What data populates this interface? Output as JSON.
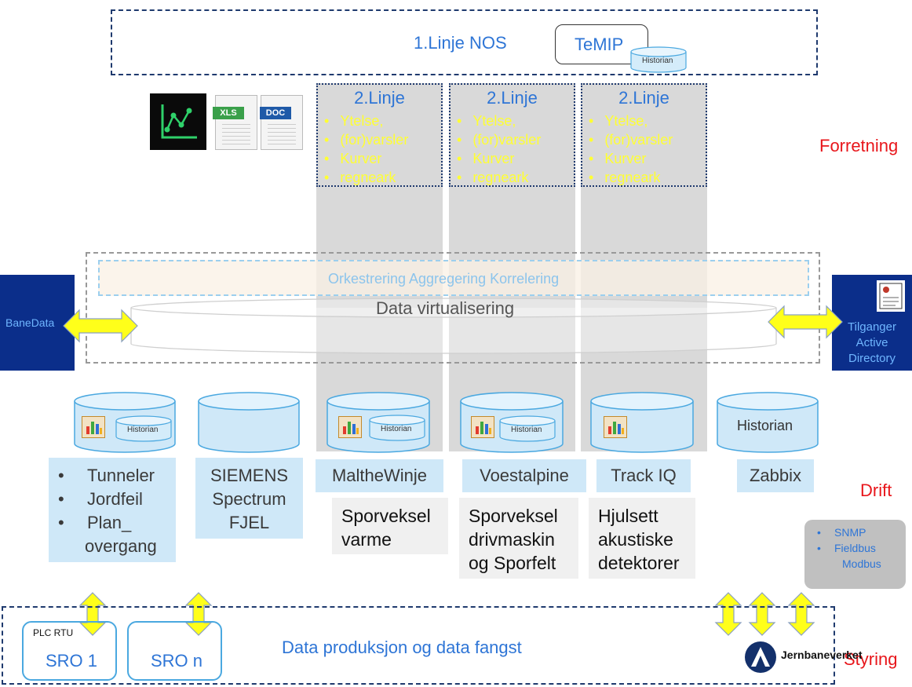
{
  "nos": {
    "title": "1.Linje NOS",
    "temip": "TeMIP",
    "historian": "Historian"
  },
  "linje2": [
    {
      "title": "2.Linje",
      "items": [
        "Ytelse,",
        "(for)varsler",
        "Kurver",
        "regneark"
      ]
    },
    {
      "title": "2.Linje",
      "items": [
        "Ytelse,",
        "(for)varsler",
        "Kurver",
        "regneark"
      ]
    },
    {
      "title": "2.Linje",
      "items": [
        "Ytelse,",
        "(for)varsler",
        "Kurver",
        "regneark"
      ]
    }
  ],
  "file_icons": {
    "xls": "XLS",
    "doc": "DOC"
  },
  "zones": {
    "forretning": "Forretning",
    "drift": "Drift",
    "styring": "Styring"
  },
  "virtualization": {
    "orchestration": "Orkestrering Aggregering Korrelering",
    "title": "Data virtualisering"
  },
  "banedata": "BaneData",
  "tilganger": {
    "line1": "Tilganger",
    "line2": "Active",
    "line3": "Directory"
  },
  "sources": {
    "historian_label": "Historian",
    "tunnel_items": [
      "Tunneler",
      "Jordfeil",
      "Plan_",
      "overgang"
    ],
    "siemens": [
      "SIEMENS",
      "Spectrum",
      "FJEL"
    ],
    "malthe": "MaltheWinje",
    "voest": "Voestalpine",
    "trackiq": "Track IQ",
    "zabbix": "Zabbix",
    "desc_malthe": [
      "Sporveksel",
      "varme"
    ],
    "desc_voest": [
      "Sporveksel",
      "drivmaskin",
      "og Sporfelt"
    ],
    "desc_track": [
      "Hjulsett",
      "akustiske",
      "detektorer"
    ]
  },
  "protocols": {
    "snmp": "SNMP",
    "fieldbus": "Fieldbus",
    "modbus": "Modbus"
  },
  "production": {
    "title": "Data produksjon og data fangst",
    "plc": "PLC RTU",
    "sro1": "SRO 1",
    "sron": "SRO n"
  },
  "logo_text": "Jernbaneverket"
}
